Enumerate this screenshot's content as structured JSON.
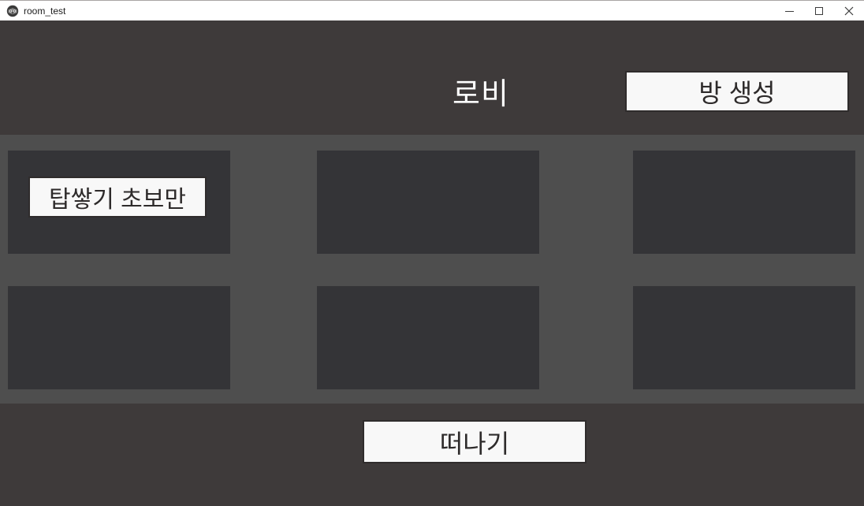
{
  "titlebar": {
    "title": "room_test",
    "icons": {
      "app": "godot-app-icon",
      "minimize": "minimize-icon",
      "maximize": "maximize-icon",
      "close": "close-icon"
    }
  },
  "header": {
    "lobby_title": "로비",
    "create_room_label": "방 생성"
  },
  "rooms": [
    {
      "label": "탑쌓기 초보만",
      "occupied": true
    },
    {
      "label": "",
      "occupied": false
    },
    {
      "label": "",
      "occupied": false
    },
    {
      "label": "",
      "occupied": false
    },
    {
      "label": "",
      "occupied": false
    },
    {
      "label": "",
      "occupied": false
    }
  ],
  "footer": {
    "leave_label": "떠나기"
  },
  "colors": {
    "titlebar_bg": "#ffffff",
    "band_bg": "#3e3a3a",
    "main_bg": "#4e4e4e",
    "slot_bg": "#343437",
    "button_bg": "#f8f8f8",
    "button_border": "#2f2c2c",
    "button_text": "#2e2b2b",
    "lobby_title_text": "#ffffff"
  }
}
